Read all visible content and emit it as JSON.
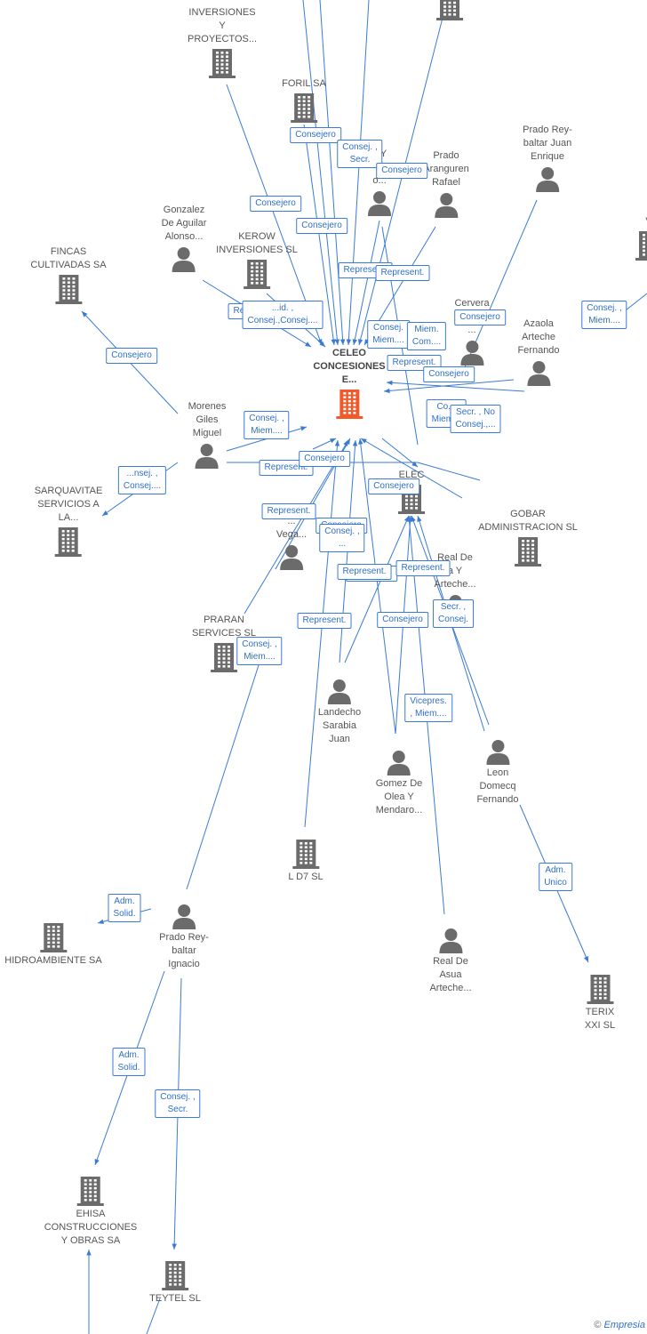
{
  "diagram": {
    "center": {
      "label": [
        "CELEO",
        "CONCESIONES",
        "E..."
      ],
      "type": "company",
      "color": "#f05a2a"
    },
    "nodes": [
      {
        "id": "inversiones",
        "label": [
          "INVERSIONES",
          "Y",
          "PROYECTOS..."
        ],
        "type": "company"
      },
      {
        "id": "top_company",
        "label": [],
        "type": "company"
      },
      {
        "id": "foril",
        "label": [
          "FORIL SA"
        ],
        "type": "company"
      },
      {
        "id": "prado_juan",
        "label": [
          "Prado Rey-",
          "baltar Juan",
          "Enrique"
        ],
        "type": "person"
      },
      {
        "id": "prado_aranguren",
        "label": [
          "Prado",
          "Aranguren",
          "Rafael"
        ],
        "type": "person"
      },
      {
        "id": "person_olea",
        "label": [
          "a Y",
          "a",
          "o..."
        ],
        "type": "person"
      },
      {
        "id": "gonzalez",
        "label": [
          "Gonzalez",
          "De Aguilar",
          "Alonso..."
        ],
        "type": "person"
      },
      {
        "id": "kerow",
        "label": [
          "KEROW",
          "INVERSIONES SL"
        ],
        "type": "company"
      },
      {
        "id": "fincas",
        "label": [
          "FINCAS",
          "CULTIVADAS SA"
        ],
        "type": "company"
      },
      {
        "id": "cervera",
        "label": [
          "Cervera",
          "Earle",
          "..."
        ],
        "type": "person"
      },
      {
        "id": "azaola",
        "label": [
          "Azaola",
          "Arteche",
          "Fernando"
        ],
        "type": "person"
      },
      {
        "id": "v_right",
        "label": [
          "V"
        ],
        "type": "company"
      },
      {
        "id": "morenes",
        "label": [
          "Morenes",
          "Giles",
          "Miguel"
        ],
        "type": "person"
      },
      {
        "id": "sarquavitae",
        "label": [
          "SARQUAVITAE",
          "SERVICIOS A",
          "LA..."
        ],
        "type": "company"
      },
      {
        "id": "elec",
        "label": [
          "ELEC"
        ],
        "type": "company"
      },
      {
        "id": "gobar",
        "label": [
          "GOBAR",
          "ADMINISTRACION SL"
        ],
        "type": "company"
      },
      {
        "id": "martin",
        "label": [
          "Martin De",
          "...",
          "Vega..."
        ],
        "type": "person"
      },
      {
        "id": "real_top",
        "label": [
          "Real De",
          "a Y",
          "Arteche..."
        ],
        "type": "person"
      },
      {
        "id": "praran",
        "label": [
          "PRARAN",
          "SERVICES SL"
        ],
        "type": "company"
      },
      {
        "id": "landecho",
        "label": [
          "Landecho",
          "Sarabia",
          "Juan"
        ],
        "type": "person"
      },
      {
        "id": "gomez",
        "label": [
          "Gomez De",
          "Olea Y",
          "Mendaro..."
        ],
        "type": "person"
      },
      {
        "id": "leon",
        "label": [
          "Leon",
          "Domecq",
          "Fernando"
        ],
        "type": "person"
      },
      {
        "id": "ld7",
        "label": [
          "L D7 SL"
        ],
        "type": "company"
      },
      {
        "id": "hidroambiente",
        "label": [
          "HIDROAMBIENTE SA"
        ],
        "type": "company"
      },
      {
        "id": "prado_ignacio",
        "label": [
          "Prado Rey-",
          "baltar",
          "Ignacio"
        ],
        "type": "person"
      },
      {
        "id": "real_bottom",
        "label": [
          "Real De",
          "Asua",
          "Arteche..."
        ],
        "type": "person"
      },
      {
        "id": "terix",
        "label": [
          "TERIX XXI SL"
        ],
        "type": "company"
      },
      {
        "id": "ehisa",
        "label": [
          "EHISA",
          "CONSTRUCCIONES",
          "Y OBRAS SA"
        ],
        "type": "company"
      },
      {
        "id": "teytel",
        "label": [
          "TEYTEL SL"
        ],
        "type": "company"
      }
    ],
    "edge_labels": [
      [
        "Consejero"
      ],
      [
        "Consej. ,",
        "Secr."
      ],
      [
        "Consejero"
      ],
      [
        "Consejero"
      ],
      [
        "Consejero"
      ],
      [
        "Represent."
      ],
      [
        "Represent."
      ],
      [
        "Represent."
      ],
      [
        "...id. ,",
        "Consej.,Consej...."
      ],
      [
        "Consej.",
        "Miem...."
      ],
      [
        "Miem.",
        "Com...."
      ],
      [
        "Consejero"
      ],
      [
        "Represent."
      ],
      [
        "Consejero"
      ],
      [
        "Consej. ,",
        "Miem...."
      ],
      [
        "Consejero"
      ],
      [
        "Consej. ,",
        "Miem...."
      ],
      [
        "...nsej. ,",
        "Consej...."
      ],
      [
        "Represent."
      ],
      [
        "Consejero"
      ],
      [
        "Consejero"
      ],
      [
        "Co...",
        "Miem..."
      ],
      [
        "Secr. , No",
        "Consej.,..."
      ],
      [
        "Represent."
      ],
      [
        "Consejero"
      ],
      [
        "Consej. ,",
        "..."
      ],
      [
        "Consejero"
      ],
      [
        "Represent."
      ],
      [
        "Represent."
      ],
      [
        "Consejero"
      ],
      [
        "Secr. ,",
        "Consej."
      ],
      [
        "Consej. ,",
        "Miem...."
      ],
      [
        "Represent."
      ],
      [
        "Vicepres.",
        ", Miem...."
      ],
      [
        "Adm.",
        "Solid."
      ],
      [
        "Adm.",
        "Unico"
      ],
      [
        "Adm.",
        "Solid."
      ],
      [
        "Consej. ,",
        "Secr."
      ]
    ],
    "colors": {
      "edge": "#3a7bd5",
      "node": "#6b6b6b",
      "center": "#f05a2a"
    }
  },
  "footer": {
    "copyright": "©",
    "brand": "Empresia"
  }
}
